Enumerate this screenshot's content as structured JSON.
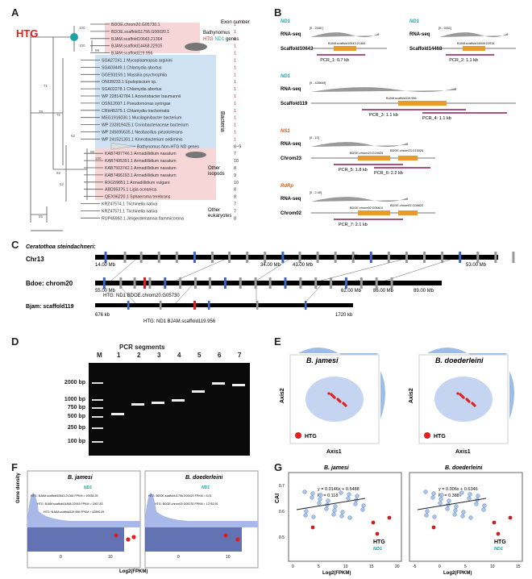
{
  "panels": {
    "a": "A",
    "b": "B",
    "c": "C",
    "d": "D",
    "e": "E",
    "f": "F",
    "g": "G"
  },
  "panel_a": {
    "htg_badge": "HTG",
    "exon_header": "Exon number",
    "group_bathynomus_htg_prefix": "Bathynomus",
    "group_bathynomus_htg_mid": "HTG",
    "group_bathynomus_htg_nd1": "ND1",
    "group_bathynomus_htg_suffix": "genes",
    "group_bacteria": "Bacteria",
    "group_nonhtg_prefix": "Bathynomus Non-",
    "group_nonhtg_htg": "HTG",
    "group_nonhtg_nd": "ND",
    "group_nonhtg_suffix": "genes",
    "group_other_isopods_1": "Other",
    "group_other_isopods_2": "isopods",
    "group_other_euk_1": "Other",
    "group_other_euk_2": "eukaryotes",
    "leaves": [
      {
        "name": "BDOE.chrom20.G05730.1",
        "exon": "1"
      },
      {
        "name": "BDOE.scaffold11756.G00020.1",
        "exon": "1"
      },
      {
        "name": "BJAM.scaffold10643.21364",
        "exon": "1"
      },
      {
        "name": "BJAM.scaffold14468.22915",
        "exon": "1"
      },
      {
        "name": "BJAM.scaffold119.956",
        "exon": "1"
      },
      {
        "name": "SGA27241.1 Mycoplasmopsis arginini",
        "exon": "1"
      },
      {
        "name": "SGA03449.1 Chlamydia abortus",
        "exon": "1"
      },
      {
        "name": "GGE93159.1 Massilia psychrophila",
        "exon": "1"
      },
      {
        "name": "ONI39233.1 Epulopiscium sp.",
        "exon": "1"
      },
      {
        "name": "SGA02278.1 Chlamydia abortus",
        "exon": "1"
      },
      {
        "name": "WP 228142784.1 Acinetobacter baumannii",
        "exon": "1"
      },
      {
        "name": "OSN12007.1 Pseudomonas syringae",
        "exon": "1"
      },
      {
        "name": "CRH45375.1 Chlamydia trachomatis",
        "exon": "1"
      },
      {
        "name": "MEG1916030.1 Mucilaginibacter bacterium",
        "exon": "1"
      },
      {
        "name": "WP 232819425.1 Coriobacteriaceae bacterium",
        "exon": "1"
      },
      {
        "name": "WP 245695635.1 Neobacillus piezotolerans",
        "exon": "1"
      },
      {
        "name": "WP 241521301.1 Kineobacterium sediminis",
        "exon": "1"
      },
      {
        "name": "Bathynomus Non-HTG ND genes",
        "exon": "8~9"
      },
      {
        "name": "KAB7497746.1 Armadillidium nasatum",
        "exon": "7"
      },
      {
        "name": "KAB7495391.1 Armadillidium nasatum",
        "exon": "10"
      },
      {
        "name": "KAB7503742.1 Armadillidium nasatum",
        "exon": "8"
      },
      {
        "name": "KAB7496193.1 Armadillidium nasatum",
        "exon": "9"
      },
      {
        "name": "RXG59851.1 Armadillidium vulgare",
        "exon": "10"
      },
      {
        "name": "ABD95376.1 Ligia oceanica",
        "exon": "8"
      },
      {
        "name": "QEX96220.1 Sphaeroma terebrans",
        "exon": "8"
      },
      {
        "name": "KRZ47574.1 Trichinella nativa",
        "exon": "7"
      },
      {
        "name": "KRZ47571.1 Trichinella nativa",
        "exon": "7"
      },
      {
        "name": "RUP45950.1 Jimgerdemannia flammicorona",
        "exon": "8"
      }
    ],
    "bootstraps": [
      "100",
      "100",
      "98",
      "71",
      "78",
      "72",
      "82",
      "62",
      "55",
      "52",
      "98",
      "100"
    ]
  },
  "panel_b": {
    "tracks": [
      {
        "gene": "ND1",
        "range": "[0 - 2180 ]",
        "rna": "RNA-seq",
        "scaffold": "Scaffold10643",
        "gene_label": "BJAM.scaffold10643.21364",
        "pcr": "PCR_1: 0.7 kb"
      },
      {
        "gene": "ND1",
        "range": "[0 - 9251]",
        "rna": "RNA-seq",
        "scaffold": "Scaffold14468",
        "gene_label": "BJAM.scaffold14468.22915",
        "pcr": "PCR_2: 1.1 kb"
      },
      {
        "gene": "ND1",
        "range": "[0 - 426649]",
        "rna": "RNA-seq",
        "scaffold": "Scaffold119",
        "gene_label": "BJAM.scaffold119.956",
        "pcr": "PCR_3: 1.1 kb",
        "pcr_b": "PCR_4: 1.1 kb"
      },
      {
        "gene": "NS1",
        "range": "[0 - 10]",
        "rna": "RNA-seq",
        "scaffold": "Chrom23",
        "gene_label": "BDOE.chrom23.G15025",
        "gene_label_b": "BDOE.chrom23.G15026",
        "pcr": "PCR_5: 1.8 kb",
        "pcr_b": "PCR_6: 2.2 kb"
      },
      {
        "gene": "RdRp",
        "range": "[0 - 2.00]",
        "rna": "RNA-seq",
        "scaffold": "Chrom02",
        "gene_label": "BDOE.chrom02.G06610",
        "gene_label_b": "BDOE.chrom02.G06620",
        "pcr": "PCR_7: 2.1 kb"
      }
    ]
  },
  "panel_c": {
    "title_species": "Ceratothoa steindachneri",
    "title_colon": ":",
    "chr13": "Chr13",
    "chr13_pos": [
      "14.00 Mb",
      "34.00 Mb",
      "43.00 Mb",
      "53.00 Mb"
    ],
    "chrom20": "Bdoe: chrom20",
    "chrom20_pos": [
      "55.00 Mb",
      "62.00 Mb",
      "86.00 Mb",
      "89.00 Mb"
    ],
    "chrom20_htg": "HTG: ND1 BDOE.chrom20.G05730",
    "scaf119": "Bjam: scaffold119",
    "scaf119_pos": [
      "676 kb",
      "1720 kb"
    ],
    "scaf119_htg": "HTG: ND1 BJAM.scaffold119.956"
  },
  "panel_d": {
    "title": "PCR segments",
    "lanes": [
      "M",
      "1",
      "2",
      "3",
      "4",
      "5",
      "6",
      "7"
    ],
    "ladder": [
      "2000 bp",
      "1000 bp",
      "750 bp",
      "500 bp",
      "250 bp",
      "100 bp"
    ]
  },
  "panel_e": {
    "plots": [
      {
        "species": "B. jamesi",
        "xlabel": "Axis1",
        "ylabel": "Axis2",
        "legend": "HTG"
      },
      {
        "species": "B. doederleini",
        "xlabel": "Axis1",
        "ylabel": "Axis2",
        "legend": "HTG"
      }
    ]
  },
  "panel_f": {
    "ylabel": "Gene density",
    "xlabel": "Log2(FPKM)",
    "plots": [
      {
        "species": "B. jamesi",
        "nd1": "ND1",
        "ann": [
          "HTG: BJAM.scaffold10643.21364 FPKM = 10938.39",
          "HTG: BJAM.scaffold14468.22915 FPKM = 1567.83",
          "HTG: BJAM.scaffold119.956 FPKM = 42890.09"
        ],
        "ticks": [
          "0",
          "10"
        ]
      },
      {
        "species": "B. doederleini",
        "nd1": "ND1",
        "ann": [
          "HTG: BDOE.scaffold11756.G00020 FPKM = 8.01",
          "HTG: BDOE.chrom20.G05730 FPKM = 12763.91"
        ],
        "ticks": [
          "0",
          "10"
        ]
      }
    ]
  },
  "panel_g": {
    "ylabel": "CAI",
    "xlabel": "Log2(FPKM)",
    "plots": [
      {
        "species": "B. jamesi",
        "eq": "y = 0.0146x + 0.5488",
        "r2": "R² = 0.118",
        "htg": "HTG",
        "nd1": "ND1",
        "xticks": [
          "0",
          "5",
          "10",
          "15",
          "20"
        ],
        "yticks": [
          "0.7",
          "0.6",
          "0.5"
        ]
      },
      {
        "species": "B. doederleini",
        "eq": "y = 0.006x + 0.6346",
        "r2": "R² = 0.3887",
        "htg": "HTG",
        "nd1": "ND1",
        "xticks": [
          "-5",
          "0",
          "5",
          "10",
          "15"
        ],
        "yticks": []
      }
    ]
  },
  "colors": {
    "htg_red": "#e02020",
    "nd1_teal": "#1aa3a3",
    "bacteria_blue": "#cfe2f3",
    "isopod_pink": "#f6d6d6",
    "pcr_purple": "#8b1a5a",
    "orange_gene": "#e89a2c",
    "rna_gray": "#9a9a9a"
  }
}
